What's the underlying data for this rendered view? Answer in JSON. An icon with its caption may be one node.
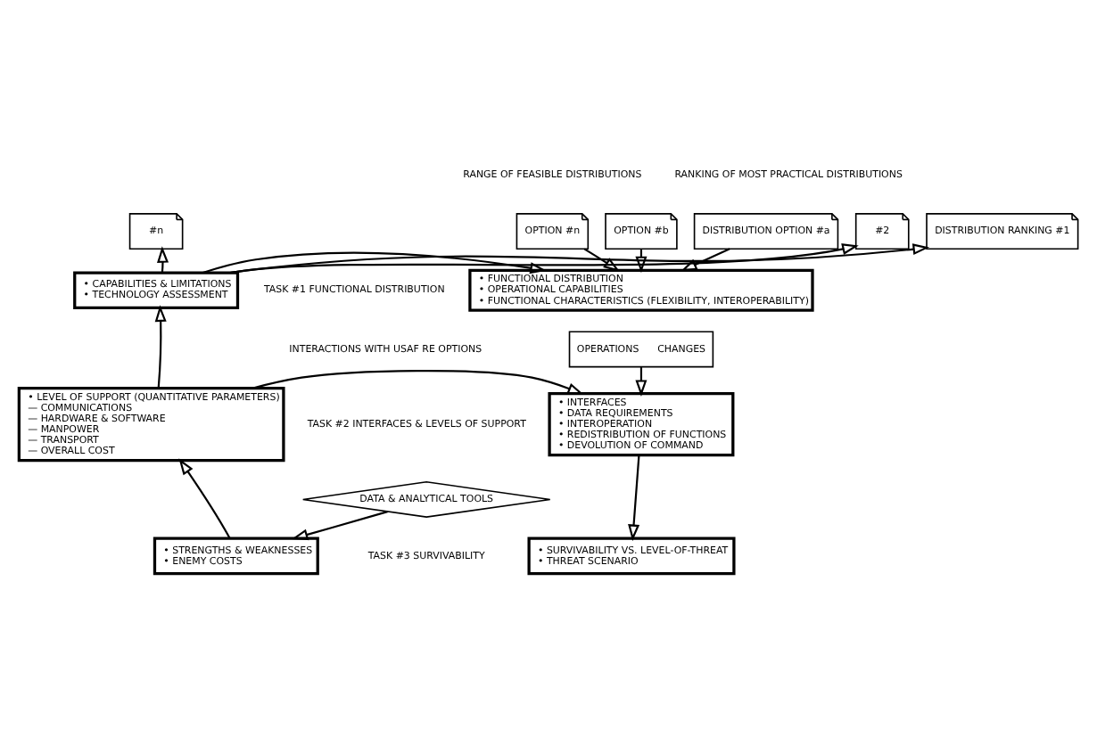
{
  "diagram": {
    "nodes": [
      {
        "text": [
          "OPTION #n"
        ]
      },
      {
        "text": [
          "OPTION #b"
        ]
      },
      {
        "text": [
          "DISTRIBUTION OPTION #a"
        ]
      },
      {
        "text": [
          "• FUNCTIONAL DISTRIBUTION",
          "• OPERATIONAL CAPABILITIES",
          "• FUNCTIONAL CHARACTERISTICS (FLEXIBILITY, INTEROPERABILITY)"
        ]
      },
      {
        "text": [
          "OPERATIONS",
          "CHANGES"
        ]
      },
      {
        "text": [
          "• INTERFACES",
          "• DATA REQUIREMENTS",
          "• INTEROPERATION",
          "• REDISTRIBUTION OF FUNCTIONS",
          "• DEVOLUTION OF COMMAND"
        ]
      },
      {
        "text": [
          "• SURVIVABILITY VS. LEVEL-OF-THREAT",
          "• THREAT SCENARIO"
        ]
      },
      {
        "text": [
          "• CAPABILITIES & LIMITATIONS",
          "• TECHNOLOGY ASSESSMENT"
        ]
      },
      {
        "text": [
          "• LEVEL OF SUPPORT (QUANTITATIVE PARAMETERS)",
          "— COMMUNICATIONS",
          "— HARDWARE & SOFTWARE",
          "— MANPOWER",
          "— TRANSPORT",
          "— OVERALL COST"
        ]
      },
      {
        "text": [
          "• STRENGTHS & WEAKNESSES",
          "• ENEMY COSTS"
        ]
      },
      {
        "text": [
          "DATA & ANALYTICAL TOOLS"
        ]
      },
      {
        "text": [
          "#n"
        ]
      },
      {
        "text": [
          "#2"
        ]
      },
      {
        "text": [
          "DISTRIBUTION RANKING #1"
        ]
      }
    ],
    "edges": [
      {
        "from": 0,
        "to": 3,
        "arrow": "to"
      },
      {
        "from": 1,
        "to": 3,
        "arrow": "to"
      },
      {
        "from": 2,
        "to": 3,
        "arrow": "to"
      },
      {
        "from": 4,
        "to": 5,
        "arrow": "to"
      },
      {
        "from": 5,
        "to": 6,
        "arrow": "to"
      },
      {
        "from": 7,
        "to": 3,
        "arrow": "to"
      },
      {
        "from": 8,
        "to": 5,
        "arrow": "to"
      },
      {
        "from": 9,
        "to": 8,
        "arrow": "to"
      },
      {
        "from": 8,
        "to": 7,
        "arrow": "to"
      },
      {
        "from": 7,
        "to": 11,
        "arrow": "to"
      },
      {
        "from": 7,
        "to": 12,
        "arrow": "to"
      },
      {
        "from": 7,
        "to": 13,
        "arrow": "to"
      },
      {
        "from": 10,
        "to": 9,
        "arrow": "to"
      }
    ],
    "labels": [
      "RANGE OF FEASIBLE DISTRIBUTIONS",
      "RANKING OF MOST PRACTICAL DISTRIBUTIONS",
      "TASK #1 FUNCTIONAL DISTRIBUTION",
      "INTERACTIONS WITH USAF RE OPTIONS",
      "TASK #2 INTERFACES & LEVELS OF SUPPORT",
      "TASK #3 SURVIVABILITY"
    ]
  }
}
